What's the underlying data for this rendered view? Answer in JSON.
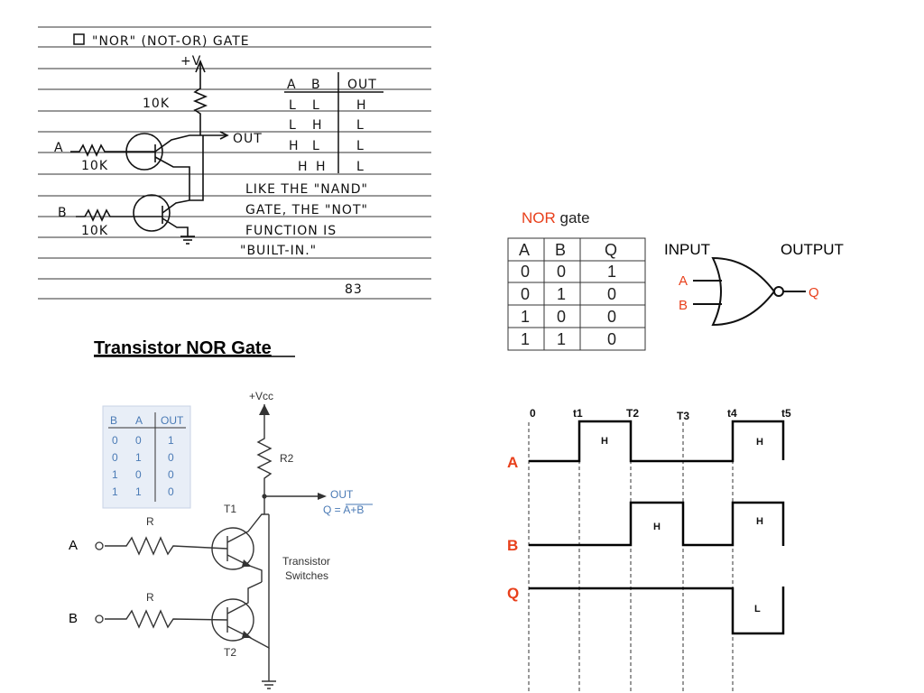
{
  "notebook": {
    "heading": "\"NOR\" (NOT-OR) GATE",
    "supply": "+V",
    "r_top": "10K",
    "r_a": "10K",
    "r_b": "10K",
    "in_a": "A",
    "in_b": "B",
    "out": "OUT",
    "truth_headers": [
      "A",
      "B",
      "OUT"
    ],
    "truth_rows": [
      [
        "L",
        "L",
        "H"
      ],
      [
        "L",
        "H",
        "L"
      ],
      [
        "H",
        "L",
        "L"
      ],
      [
        "H",
        "H",
        "L"
      ]
    ],
    "note_lines": [
      "LIKE THE \"NAND\"",
      "GATE, THE \"NOT\"",
      "FUNCTION IS",
      "\"BUILT-IN.\""
    ],
    "page_number": "83"
  },
  "section_title": "Transistor NOR Gate",
  "nor_symbol": {
    "title_red": "NOR",
    "title_rest": " gate",
    "headers": [
      "A",
      "B",
      "Q"
    ],
    "rows": [
      [
        "0",
        "0",
        "1"
      ],
      [
        "0",
        "1",
        "0"
      ],
      [
        "1",
        "0",
        "0"
      ],
      [
        "1",
        "1",
        "0"
      ]
    ],
    "input_label": "INPUT",
    "output_label": "OUTPUT",
    "in_a": "A",
    "in_b": "B",
    "out_q": "Q"
  },
  "transistor_circuit": {
    "vcc": "+Vcc",
    "r2": "R2",
    "t1": "T1",
    "t2": "T2",
    "r_a": "R",
    "r_b": "R",
    "in_a": "A",
    "in_b": "B",
    "out_label": "OUT",
    "out_eq": "Q = A+B",
    "switch_label_1": "Transistor",
    "switch_label_2": "Switches",
    "table_headers": [
      "B",
      "A",
      "OUT"
    ],
    "table_rows": [
      [
        "0",
        "0",
        "1"
      ],
      [
        "0",
        "1",
        "0"
      ],
      [
        "1",
        "0",
        "0"
      ],
      [
        "1",
        "1",
        "0"
      ]
    ]
  },
  "timing": {
    "time_labels": [
      "0",
      "t1",
      "T2",
      "T3",
      "t4",
      "t5"
    ],
    "signals": [
      "A",
      "B",
      "Q"
    ],
    "a_high": [
      "H",
      "H"
    ],
    "b_high": [
      "H",
      "H"
    ],
    "q_low": "L"
  },
  "colors": {
    "accent_red": "#e8401c",
    "accent_blue": "#4a7ab5",
    "table_bg": "#e8eef7"
  }
}
